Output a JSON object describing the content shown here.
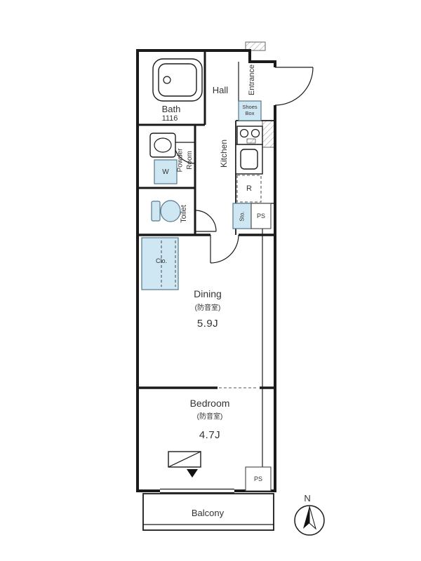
{
  "rooms": {
    "bath": {
      "label": "Bath",
      "size": "1116"
    },
    "hall": {
      "label": "Hall"
    },
    "entrance": {
      "label": "Entrance"
    },
    "shoes_box": {
      "label": "Shoes Box"
    },
    "kitchen": {
      "label": "Kitchen"
    },
    "powder_room": {
      "line1": "Powder",
      "line2": "Room"
    },
    "toilet": {
      "label": "Toilet"
    },
    "storage": {
      "label": "Sto."
    },
    "closet": {
      "label": "Clo."
    },
    "dining": {
      "label": "Dining",
      "note": "(防音室)",
      "size": "5.9J"
    },
    "bedroom": {
      "label": "Bedroom",
      "note": "(防音室)",
      "size": "4.7J"
    },
    "balcony": {
      "label": "Balcony"
    }
  },
  "fixtures": {
    "washer": {
      "label": "W"
    },
    "refrigerator": {
      "label": "R"
    },
    "pipe_space_top": {
      "label": "PS"
    },
    "pipe_space_bottom": {
      "label": "PS"
    }
  },
  "compass": {
    "north": "N"
  },
  "colors": {
    "wall": "#1a1a1a",
    "fixture_fill": "#cfe7f3",
    "hatch": "#9b9b9b",
    "text": "#333333"
  }
}
